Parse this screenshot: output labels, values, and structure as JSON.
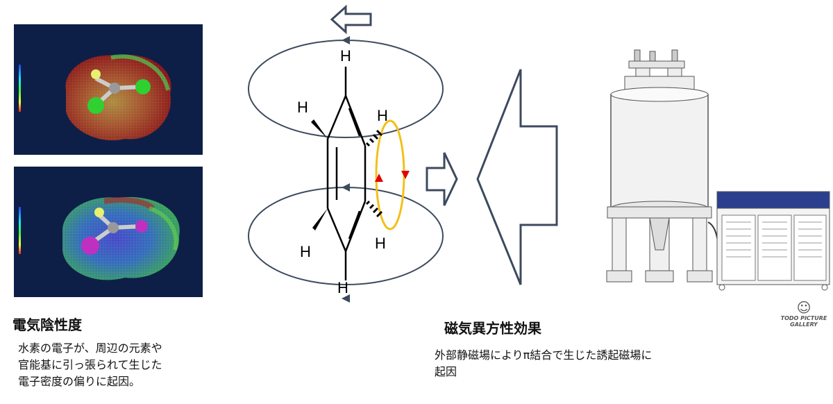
{
  "left_section": {
    "heading": "電気陰性度",
    "description_lines": [
      "水素の電子が、周辺の元素や",
      "官能基に引っ張られて生じた",
      "電子密度の偏りに起因。"
    ]
  },
  "center_section": {
    "atom_labels": [
      "H",
      "H",
      "H",
      "H",
      "H",
      "H"
    ]
  },
  "right_section": {
    "heading": "磁気異方性効果",
    "description_lines": [
      "外部静磁場によりπ結合で生じた誘起磁場に",
      "起因"
    ]
  },
  "watermark": {
    "line1": "TODO PICTURE",
    "line2": "GALLERY"
  },
  "colors": {
    "panel_background": "#0d1f47",
    "field_lines": "#3d4a5e",
    "ring_current": "#f2c01a",
    "current_arrow": "#e00000",
    "magnet_top": "#2b3f8f"
  }
}
